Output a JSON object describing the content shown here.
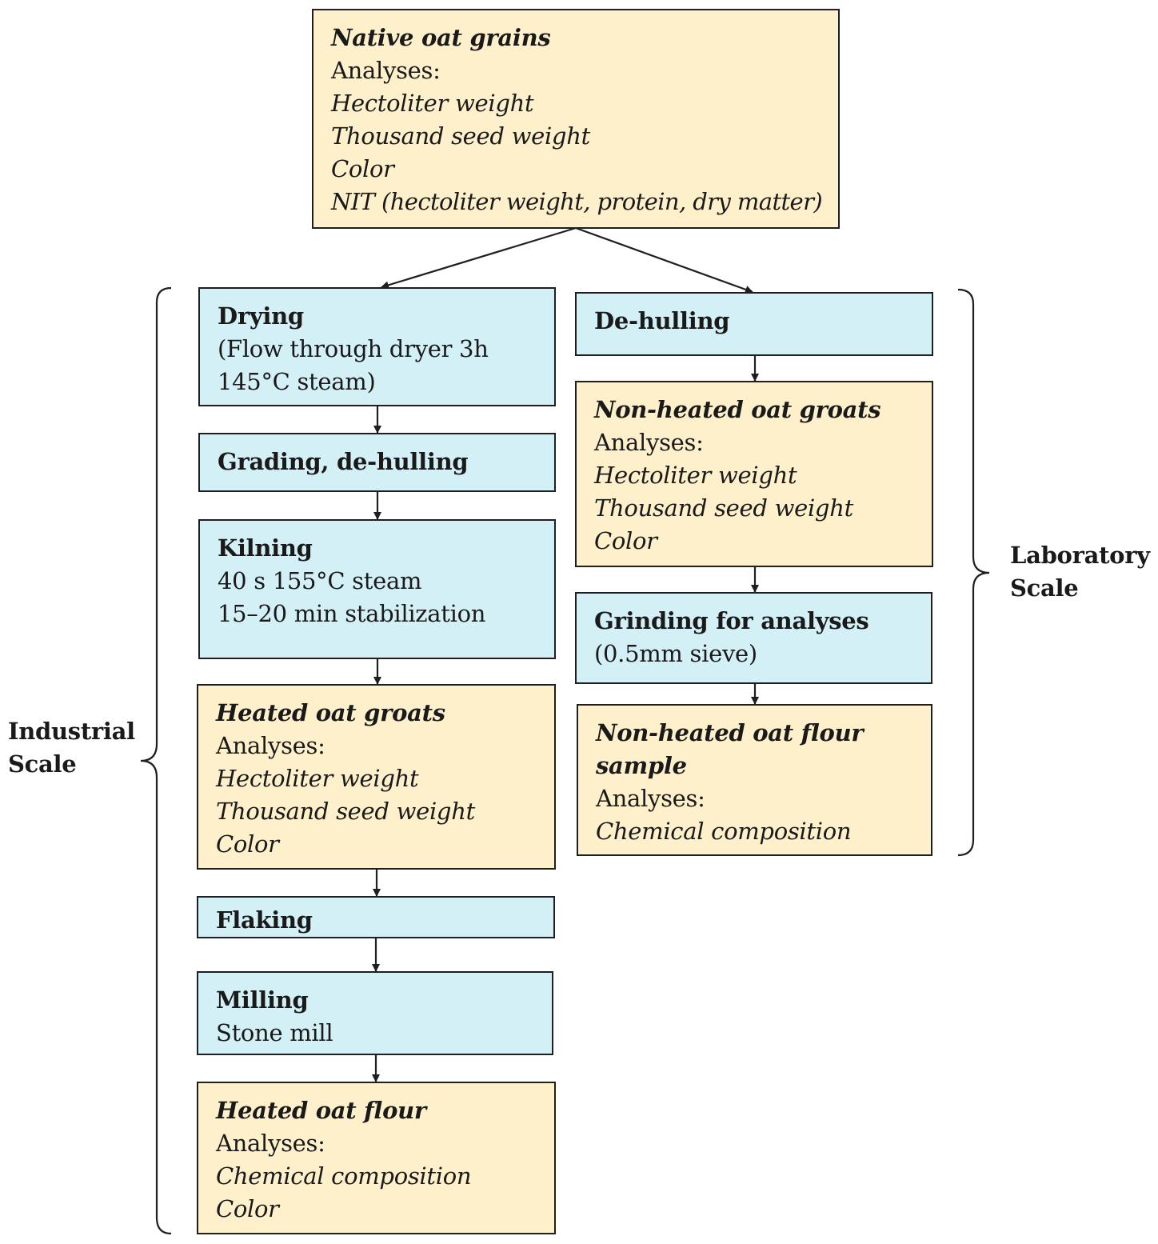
{
  "native": {
    "title": "Native oat grains",
    "analyses_label": "Analyses:",
    "items": [
      "Hectoliter weight",
      "Thousand seed weight",
      "Color",
      "NIT (hectoliter weight, protein, dry matter)"
    ]
  },
  "industrial": {
    "label_line1": "Industrial",
    "label_line2": "Scale",
    "drying": {
      "title": "Drying",
      "line1": "(Flow through dryer 3h",
      "line2": "145°C steam)"
    },
    "grading": {
      "title": "Grading, de-hulling"
    },
    "kilning": {
      "title": "Kilning",
      "line1": "40 s 155°C steam",
      "line2": "15–20 min stabilization"
    },
    "heated_groats": {
      "title": "Heated oat groats",
      "analyses_label": "Analyses:",
      "items": [
        "Hectoliter weight",
        "Thousand seed weight",
        "Color"
      ]
    },
    "flaking": {
      "title": "Flaking"
    },
    "milling": {
      "title": "Milling",
      "line1": "Stone mill"
    },
    "heated_flour": {
      "title": "Heated oat flour",
      "analyses_label": "Analyses:",
      "items": [
        "Chemical composition",
        "Color"
      ]
    }
  },
  "laboratory": {
    "label_line1": "Laboratory",
    "label_line2": "Scale",
    "dehulling": {
      "title": "De-hulling"
    },
    "nonheated_groats": {
      "title": "Non-heated oat groats",
      "analyses_label": "Analyses:",
      "items": [
        "Hectoliter weight",
        "Thousand seed weight",
        "Color"
      ]
    },
    "grinding": {
      "title": "Grinding for analyses",
      "line1": "(0.5mm sieve)"
    },
    "nonheated_flour": {
      "title_line1": "Non-heated oat flour",
      "title_line2": "sample",
      "analyses_label": "Analyses:",
      "items": [
        "Chemical composition"
      ]
    }
  },
  "colors": {
    "sample_box": "#fff0cc",
    "process_box": "#d2f0f6",
    "stroke": "#1f1f1f"
  }
}
